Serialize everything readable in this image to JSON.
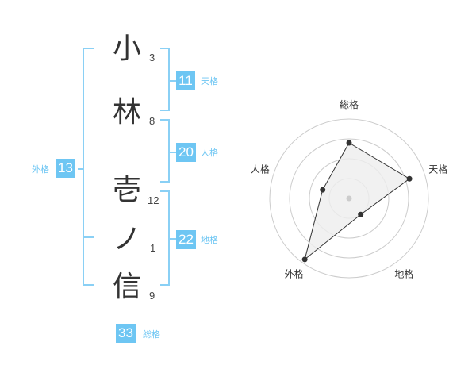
{
  "colors": {
    "accent": "#6ec6f3",
    "bracket": "#8ad0f5",
    "text": "#333333",
    "grid": "#cccccc",
    "polygon_fill": "#eeeeee",
    "point": "#333333",
    "center_dot": "#cccccc"
  },
  "name": {
    "characters": [
      {
        "char": "小",
        "strokes": "3"
      },
      {
        "char": "林",
        "strokes": "8"
      },
      {
        "char": "壱",
        "strokes": "12"
      },
      {
        "char": "ノ",
        "strokes": "1"
      },
      {
        "char": "信",
        "strokes": "9"
      }
    ]
  },
  "fortune": {
    "ten": {
      "value": "11",
      "label": "天格"
    },
    "jin": {
      "value": "20",
      "label": "人格"
    },
    "chi": {
      "value": "22",
      "label": "地格"
    },
    "gai": {
      "value": "13",
      "label": "外格"
    },
    "sou": {
      "value": "33",
      "label": "総格"
    }
  },
  "chart_data": {
    "type": "radar",
    "axes": [
      "総格",
      "天格",
      "地格",
      "外格",
      "人格"
    ],
    "values": [
      0.7,
      0.8,
      0.25,
      0.95,
      0.35
    ],
    "rings": 4,
    "grid": true
  }
}
